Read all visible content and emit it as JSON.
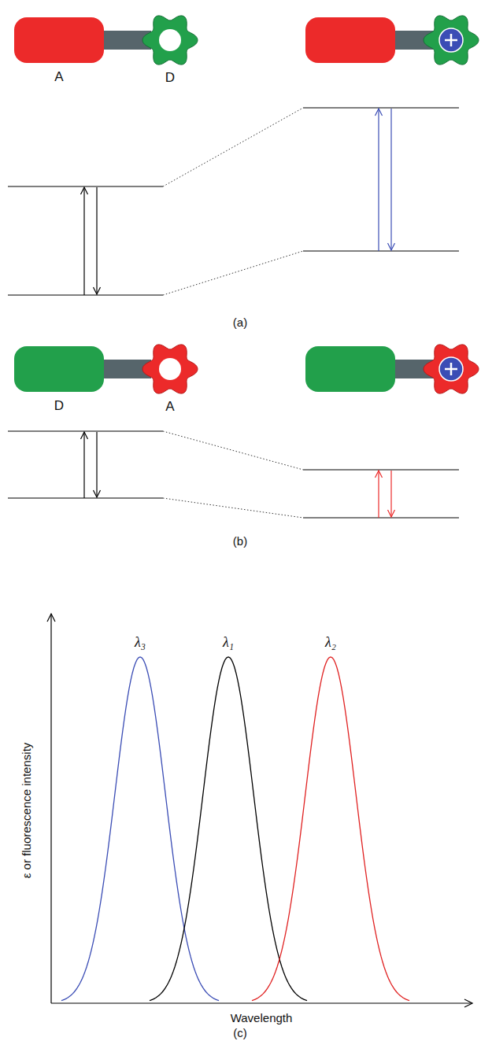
{
  "diagram": {
    "nodes": [
      {
        "text": [
          "A"
        ]
      },
      {
        "text": [
          "D"
        ]
      },
      {
        "text": [
          "D"
        ]
      },
      {
        "text": [
          "A"
        ]
      }
    ],
    "edges": [
      {
        "from": 0,
        "to": 1,
        "arrow": "none"
      },
      {
        "from": 2,
        "to": 3,
        "arrow": "none"
      }
    ],
    "labels": [
      "(a)",
      "(b)",
      "λ₃",
      "λ₁",
      "λ₂",
      "ε or fluorescence intensity",
      "Wavelength",
      "(c)"
    ]
  }
}
